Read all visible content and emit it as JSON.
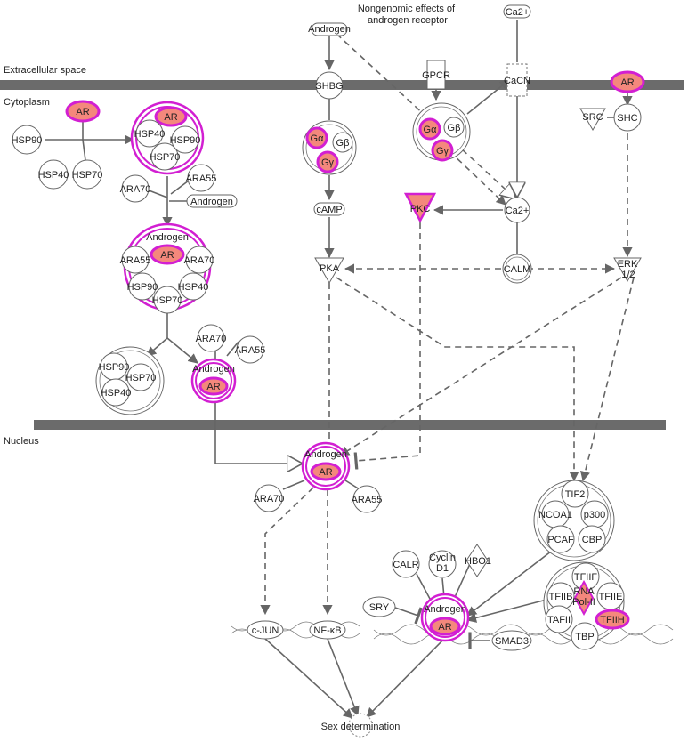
{
  "regions": {
    "extracellular": "Extracellular space",
    "cytoplasm": "Cytoplasm",
    "nucleus": "Nucleus"
  },
  "title": "Nongenomic effects of\nandrogen receptor",
  "nodes": {
    "androgen_top": "Androgen",
    "shbg": "SHBG",
    "gpcr": "GPCR",
    "ca2_top": "Ca2+",
    "cacn": "CaCN",
    "ar_membrane": "AR",
    "src": "SRC",
    "shc": "SHC",
    "ar_free": "AR",
    "hsp90_free": "HSP90",
    "hsp40_free": "HSP40",
    "hsp70_free": "HSP70",
    "cx1_ar": "AR",
    "cx1_hsp40": "HSP40",
    "cx1_hsp90": "HSP90",
    "cx1_hsp70": "HSP70",
    "ara70_a": "ARA70",
    "ara55_a": "ARA55",
    "androgen_b": "Androgen",
    "cx2_androgen": "Androgen",
    "cx2_ar": "AR",
    "cx2_ara55": "ARA55",
    "cx2_ara70": "ARA70",
    "cx2_hsp90": "HSP90",
    "cx2_hsp40": "HSP40",
    "cx2_hsp70": "HSP70",
    "g1_ga": "Gα",
    "g1_gb": "Gβ",
    "g1_gy": "Gγ",
    "g2_ga": "Gα",
    "g2_gb": "Gβ",
    "g2_gy": "Gγ",
    "camp": "cAMP",
    "pkc": "PKC",
    "ca2_mid": "Ca2+",
    "pka": "PKA",
    "calm": "CALM",
    "erk": "ERK\n1/2",
    "hsp_cx_90": "HSP90",
    "hsp_cx_70": "HSP70",
    "hsp_cx_40": "HSP40",
    "ara70_b": "ARA70",
    "ara55_b": "ARA55",
    "cx3_androgen": "Androgen",
    "cx3_ar": "AR",
    "nuc_androgen": "Androgen",
    "nuc_ar": "AR",
    "ara70_c": "ARA70",
    "ara55_c": "ARA55",
    "tif2": "TIF2",
    "ncoa1": "NCOA1",
    "p300": "p300",
    "pcaf": "PCAF",
    "cbp": "CBP",
    "cyclin": "Cyclin\nD1",
    "calr": "CALR",
    "hbo1": "HBO1",
    "sry": "SRY",
    "dna_androgen": "Androgen",
    "dna_ar": "AR",
    "smad3": "SMAD3",
    "tfiif": "TFIIF",
    "tfiib": "TFIIB",
    "rna_pol": "RNA\nPol-II",
    "tfiie": "TFIIE",
    "tafii": "TAFII",
    "tfiih": "TFIIH",
    "tbp": "TBP",
    "cjun": "c-JUN",
    "nfkb": "NF-κB",
    "sex_det": "Sex determination"
  },
  "colors": {
    "highlight_fill": "#f4887c",
    "highlight_stroke": "#d21fd2",
    "membrane": "#6b6b6b",
    "edge": "#666666"
  }
}
